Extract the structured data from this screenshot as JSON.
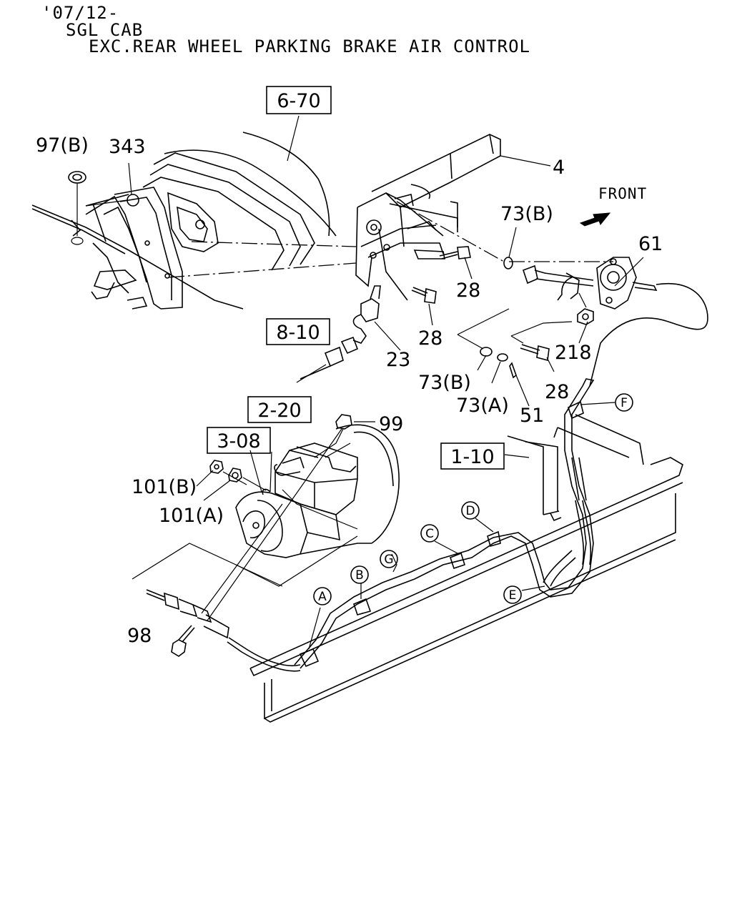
{
  "header": {
    "date_code": "'07/12-",
    "cab": "SGL CAB",
    "note": "EXC.REAR WHEEL PARKING BRAKE AIR CONTROL"
  },
  "direction_label": "FRONT",
  "ref_boxes": [
    "6-70",
    "8-10",
    "2-20",
    "3-08",
    "1-10"
  ],
  "part_labels": {
    "p97b": "97(B)",
    "p343": "343",
    "p4": "4",
    "p73b_top": "73(B)",
    "p61": "61",
    "p28_a": "28",
    "p28_b": "28",
    "p218": "218",
    "p23": "23",
    "p73b_low": "73(B)",
    "p73a": "73(A)",
    "p51": "51",
    "p28_c": "28",
    "p99": "99",
    "p101b": "101(B)",
    "p101a": "101(A)",
    "p98": "98"
  },
  "clip_markers": [
    "A",
    "B",
    "C",
    "D",
    "E",
    "F",
    "G"
  ]
}
